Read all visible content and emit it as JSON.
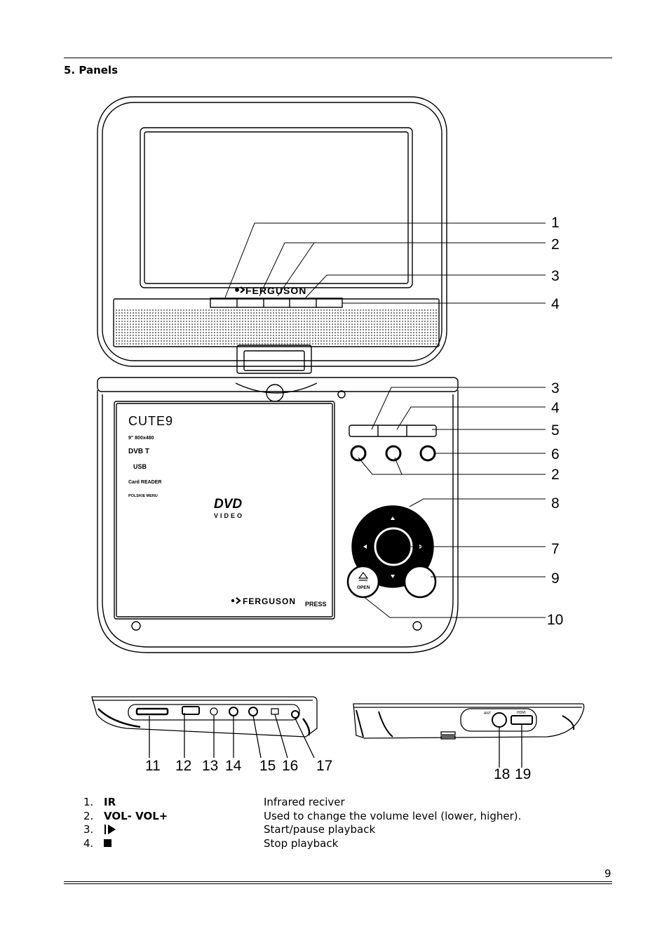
{
  "section": {
    "title": "5. Panels"
  },
  "diagram": {
    "top_callouts": [
      "1",
      "2",
      "3",
      "4"
    ],
    "base_callouts": [
      "3",
      "4",
      "5",
      "6",
      "2",
      "8",
      "7",
      "9",
      "10"
    ],
    "left_side_callouts": [
      "11",
      "12",
      "13",
      "14",
      "15",
      "16",
      "17"
    ],
    "right_side_callouts": [
      "18",
      "19"
    ],
    "brand": "FERGUSON",
    "brand_press": "PRESS",
    "dvd_logo": "DVD",
    "dvd_video": "VIDEO",
    "cute_logo": "CUTE9",
    "open_label": "OPEN",
    "ant_label": "ANT",
    "hdmi_label": "HDMI",
    "badges": [
      "9\" 800x480",
      "DVB T",
      "USB",
      "Card READER",
      "POLSKIE MENU"
    ]
  },
  "legend": [
    {
      "num": "1.",
      "key": "IR",
      "desc": "Infrared reciver",
      "icon": ""
    },
    {
      "num": "2.",
      "key": "VOL- VOL+",
      "desc": "Used to change the volume level (lower, higher).",
      "icon": ""
    },
    {
      "num": "3.",
      "key": "",
      "desc": "Start/pause playback",
      "icon": "play-pause-icon"
    },
    {
      "num": "4.",
      "key": "",
      "desc": "Stop playback",
      "icon": "stop-icon"
    }
  ],
  "page_number": "9"
}
